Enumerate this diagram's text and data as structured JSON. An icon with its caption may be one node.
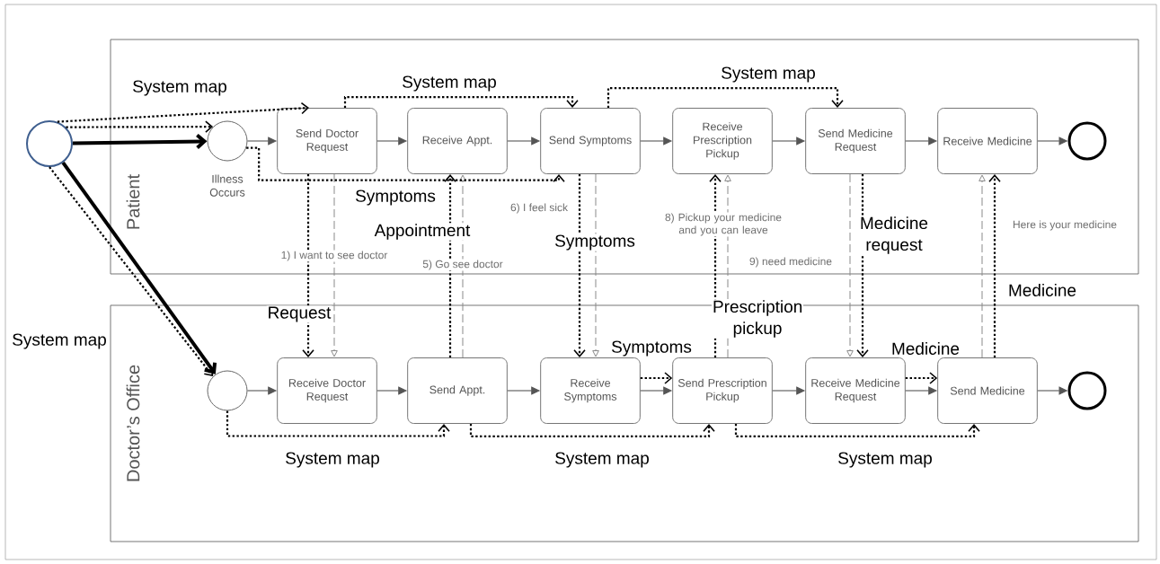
{
  "diagram": {
    "nodes": [
      {
        "text": [
          "Patient"
        ]
      },
      {
        "text": [
          "Doctor’s Office"
        ]
      },
      {
        "text": [],
        "shape": "circle"
      },
      {
        "text": [],
        "shape": "circle",
        "in": 0,
        "beside": [
          "Illness Occurs"
        ]
      },
      {
        "text": [
          "Send Doctor Request"
        ],
        "in": 0
      },
      {
        "text": [
          "Receive Appt."
        ],
        "in": 0
      },
      {
        "text": [
          "Send Symptoms"
        ],
        "in": 0
      },
      {
        "text": [
          "Receive Prescription Pickup"
        ],
        "in": 0
      },
      {
        "text": [
          "Send Medicine Request"
        ],
        "in": 0
      },
      {
        "text": [
          "Receive Medicine"
        ],
        "in": 0
      },
      {
        "text": [],
        "shape": "circle",
        "in": 0
      },
      {
        "text": [],
        "shape": "circle",
        "in": 1
      },
      {
        "text": [
          "Receive Doctor Request"
        ],
        "in": 1
      },
      {
        "text": [
          "Send Appt."
        ],
        "in": 1
      },
      {
        "text": [
          "Receive Symptoms"
        ],
        "in": 1
      },
      {
        "text": [
          "Send Prescription Pickup"
        ],
        "in": 1
      },
      {
        "text": [
          "Receive Medicine Request"
        ],
        "in": 1
      },
      {
        "text": [
          "Send Medicine"
        ],
        "in": 1
      },
      {
        "text": [],
        "shape": "circle",
        "in": 1
      }
    ],
    "edges": [
      {
        "from": 3,
        "to": 4,
        "arrow": "to",
        "color": "#555555"
      },
      {
        "from": 4,
        "to": 5,
        "arrow": "to",
        "color": "#555555"
      },
      {
        "from": 5,
        "to": 6,
        "arrow": "to",
        "color": "#555555"
      },
      {
        "from": 6,
        "to": 7,
        "arrow": "to",
        "color": "#555555"
      },
      {
        "from": 7,
        "to": 8,
        "arrow": "to",
        "color": "#555555"
      },
      {
        "from": 8,
        "to": 9,
        "arrow": "to",
        "color": "#555555"
      },
      {
        "from": 9,
        "to": 10,
        "arrow": "to",
        "color": "#555555"
      },
      {
        "from": 11,
        "to": 12,
        "arrow": "to",
        "color": "#555555"
      },
      {
        "from": 12,
        "to": 13,
        "arrow": "to",
        "color": "#555555"
      },
      {
        "from": 13,
        "to": 14,
        "arrow": "to",
        "color": "#555555"
      },
      {
        "from": 14,
        "to": 15,
        "arrow": "to",
        "color": "#555555"
      },
      {
        "from": 15,
        "to": 16,
        "arrow": "to",
        "color": "#555555"
      },
      {
        "from": 16,
        "to": 17,
        "arrow": "to",
        "color": "#555555"
      },
      {
        "from": 17,
        "to": 18,
        "arrow": "to",
        "color": "#555555"
      },
      {
        "from": 4,
        "to": 12,
        "arrow": "to",
        "style": "dashed",
        "color": "#8a8a8a",
        "label": "1) I want to see doctor"
      },
      {
        "from": 13,
        "to": 5,
        "arrow": "to",
        "style": "dashed",
        "color": "#8a8a8a",
        "label": "5) Go see doctor"
      },
      {
        "from": 6,
        "to": 14,
        "arrow": "to",
        "style": "dashed",
        "color": "#8a8a8a",
        "label": "6) I feel sick"
      },
      {
        "from": 15,
        "to": 7,
        "arrow": "to",
        "style": "dashed",
        "color": "#8a8a8a",
        "label": "8) Pickup your medicine and you can leave"
      },
      {
        "from": 8,
        "to": 16,
        "arrow": "to",
        "style": "dashed",
        "color": "#8a8a8a",
        "label": "9) need medicine"
      },
      {
        "from": 17,
        "to": 9,
        "arrow": "to",
        "style": "dashed",
        "color": "#8a8a8a",
        "label": "Here is your medicine"
      },
      {
        "from": 2,
        "to": 3,
        "arrow": "to",
        "style": "thick"
      },
      {
        "from": 2,
        "to": 11,
        "arrow": "to",
        "style": "thick"
      },
      {
        "from": 2,
        "to": 3,
        "arrow": "to",
        "style": "dashed"
      },
      {
        "from": 2,
        "to": 4,
        "arrow": "to",
        "style": "dashed",
        "label": "System map"
      },
      {
        "from": 4,
        "to": 6,
        "arrow": "to",
        "style": "dashed",
        "label": "System map"
      },
      {
        "from": 6,
        "to": 8,
        "arrow": "to",
        "style": "dashed",
        "label": "System map"
      },
      {
        "from": 3,
        "to": 6,
        "arrow": "to",
        "style": "dashed",
        "label": "Symptoms"
      },
      {
        "from": 4,
        "to": 12,
        "arrow": "to",
        "style": "dashed",
        "label": "Request"
      },
      {
        "from": 13,
        "to": 5,
        "arrow": "to",
        "style": "dashed",
        "label": "Appointment"
      },
      {
        "from": 6,
        "to": 14,
        "arrow": "to",
        "style": "dashed",
        "label": "Symptoms"
      },
      {
        "from": 15,
        "to": 7,
        "arrow": "to",
        "style": "dashed",
        "label": "Prescription pickup"
      },
      {
        "from": 8,
        "to": 16,
        "arrow": "to",
        "style": "dashed",
        "label": "Medicine request"
      },
      {
        "from": 17,
        "to": 9,
        "arrow": "to",
        "style": "dashed",
        "label": "Medicine"
      },
      {
        "from": 2,
        "to": 11,
        "arrow": "to",
        "style": "dashed",
        "label": "System map"
      },
      {
        "from": 11,
        "to": 13,
        "arrow": "to",
        "style": "dashed",
        "label": "System map"
      },
      {
        "from": 13,
        "to": 15,
        "arrow": "to",
        "style": "dashed",
        "label": "System map"
      },
      {
        "from": 15,
        "to": 17,
        "arrow": "to",
        "style": "dashed",
        "label": "System map"
      },
      {
        "from": 14,
        "to": 15,
        "arrow": "to",
        "style": "dashed",
        "label": "Symptoms"
      },
      {
        "from": 16,
        "to": 17,
        "arrow": "to",
        "style": "dashed",
        "label": "Medicine"
      }
    ]
  }
}
